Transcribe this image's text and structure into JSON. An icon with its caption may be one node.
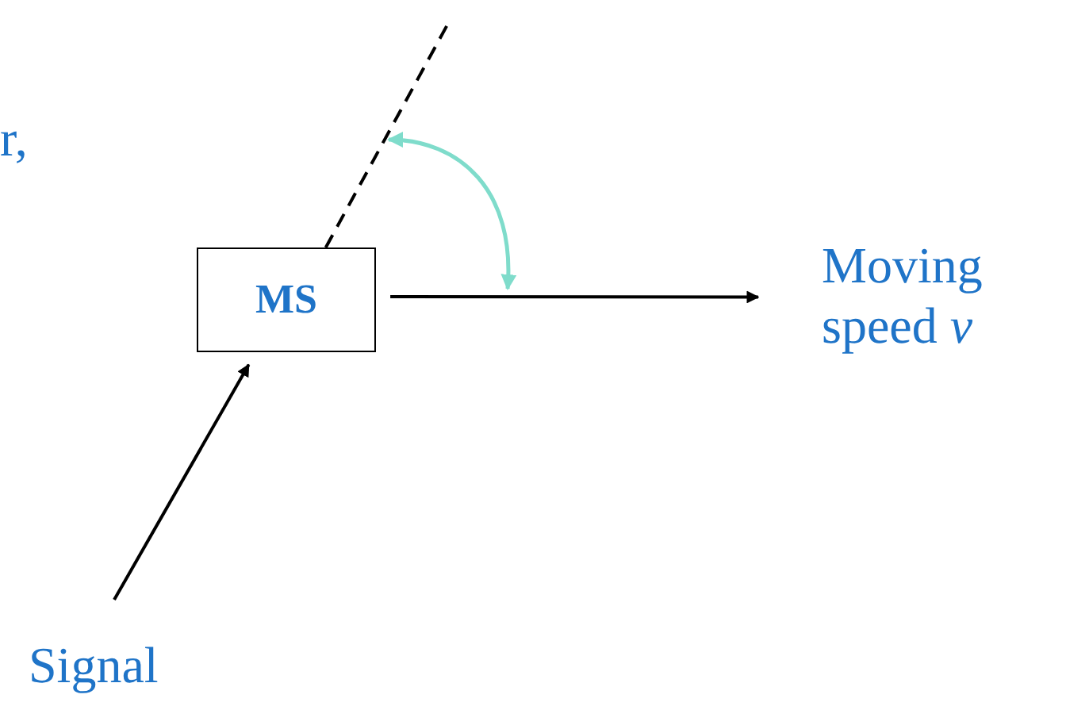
{
  "diagram": {
    "nodes": [
      {
        "text": [
          "MS"
        ]
      },
      {
        "text": [
          "Moving speed *v*"
        ]
      },
      {
        "text": [
          "Signal"
        ]
      }
    ],
    "edges": [
      {
        "from": 0,
        "to": 1,
        "arrow": "to"
      },
      {
        "from": 2,
        "to": 0,
        "arrow": "to"
      },
      {
        "from": 0,
        "to": null,
        "arrow": "none",
        "style": "dashed"
      }
    ],
    "labels": [
      "r,"
    ]
  }
}
